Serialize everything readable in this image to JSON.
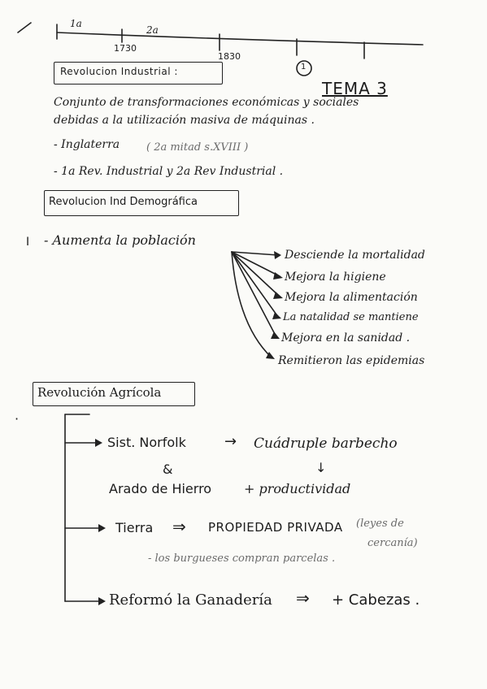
{
  "timeline": {
    "marks": [
      "1a",
      "2a",
      "1730",
      "1830"
    ],
    "circled": "1"
  },
  "sections": {
    "industrial": {
      "title": "Revolucion Industrial :",
      "tema": "TEMA 3",
      "definition_1": "Conjunto de transformaciones económicas y sociales",
      "definition_2": "debidas a la utilización masiva de máquinas .",
      "item_1": "- Inglaterra",
      "item_1_note": "( 2a mitad s.XVIII )",
      "item_2": "- 1a Rev. Industrial  y  2a Rev Industrial ."
    },
    "demographic": {
      "title": "Revolucion Ind Demográfica",
      "marker": "I",
      "main": "- Aumenta la población",
      "branches": [
        "Desciende la mortalidad",
        "Mejora la higiene",
        "Mejora la alimentación",
        "La natalidad se mantiene",
        "Mejora en la sanidad .",
        "Remitieron las epidemias"
      ]
    },
    "agricultural": {
      "title": "Revolución Agrícola",
      "marker": "·",
      "row1_left": "Sist. Norfolk",
      "row1_right": "Cuádruple barbecho",
      "amp": "&",
      "row1b_left": "Arado de Hierro",
      "row1b_right": "+ productividad",
      "row2_left": "Tierra",
      "row2_right": "PROPIEDAD PRIVADA",
      "row2_note_1": "(leyes de",
      "row2_note_2": "cercanía)",
      "row2_sub": "- los burgueses compran parcelas .",
      "row3_left": "Reformó la Ganadería",
      "row3_right": "+ Cabezas ."
    }
  },
  "symbols": {
    "arrow_right": "→",
    "double_arrow": "⇒",
    "arrow_down": "↓"
  }
}
